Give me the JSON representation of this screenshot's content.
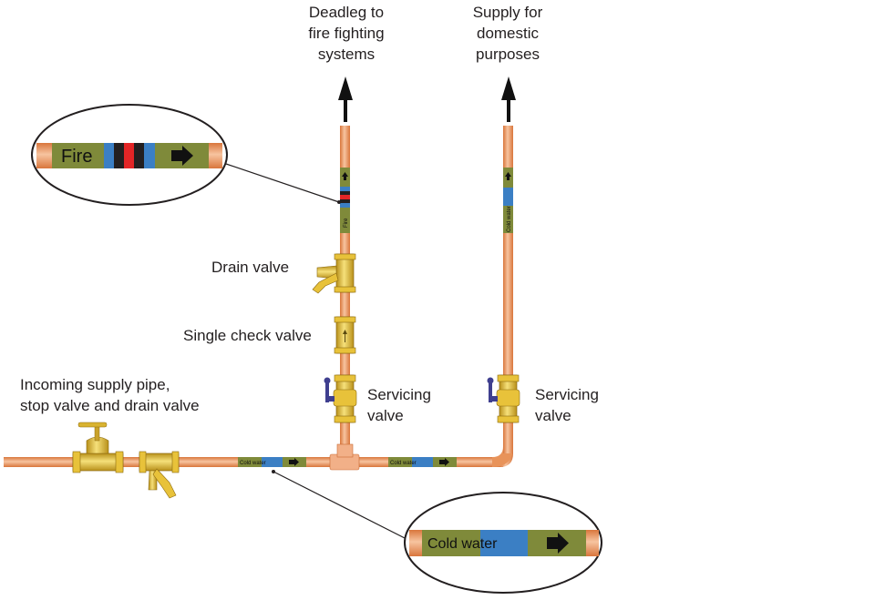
{
  "labels": {
    "deadleg": [
      "Deadleg to",
      "fire fighting",
      "systems"
    ],
    "supply": [
      "Supply for",
      "domestic",
      "purposes"
    ],
    "drain_valve": "Drain valve",
    "single_check_valve": "Single check valve",
    "incoming": [
      "Incoming supply pipe,",
      "stop valve and drain valve"
    ],
    "servicing_left": [
      "Servicing",
      "valve"
    ],
    "servicing_right": [
      "Servicing",
      "valve"
    ]
  },
  "pipe_tags": {
    "fire": "Fire",
    "cold_water": "Cold water"
  },
  "colors": {
    "copper": "#e8935a",
    "copper_light": "#f7c4a0",
    "brass": "#e8c23a",
    "brass_dark": "#b8901a",
    "olive": "#7f8a3a",
    "blue": "#3b7fc4",
    "red": "#e32526",
    "black": "#231f20",
    "handle": "#3f3f8f"
  }
}
